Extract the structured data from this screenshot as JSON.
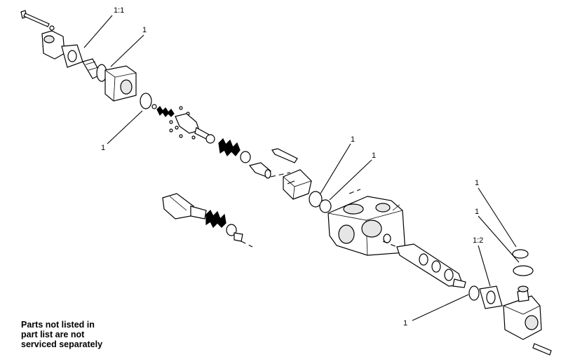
{
  "callouts": {
    "c1": "1:1",
    "c2": "1",
    "c3": "1",
    "c4": "1",
    "c5": "1",
    "c6": "1",
    "c7": "1",
    "c8": "1:2",
    "c9": "1"
  },
  "note": {
    "line1": "Parts not listed in",
    "line2": "part list are not",
    "line3": "serviced separately"
  }
}
